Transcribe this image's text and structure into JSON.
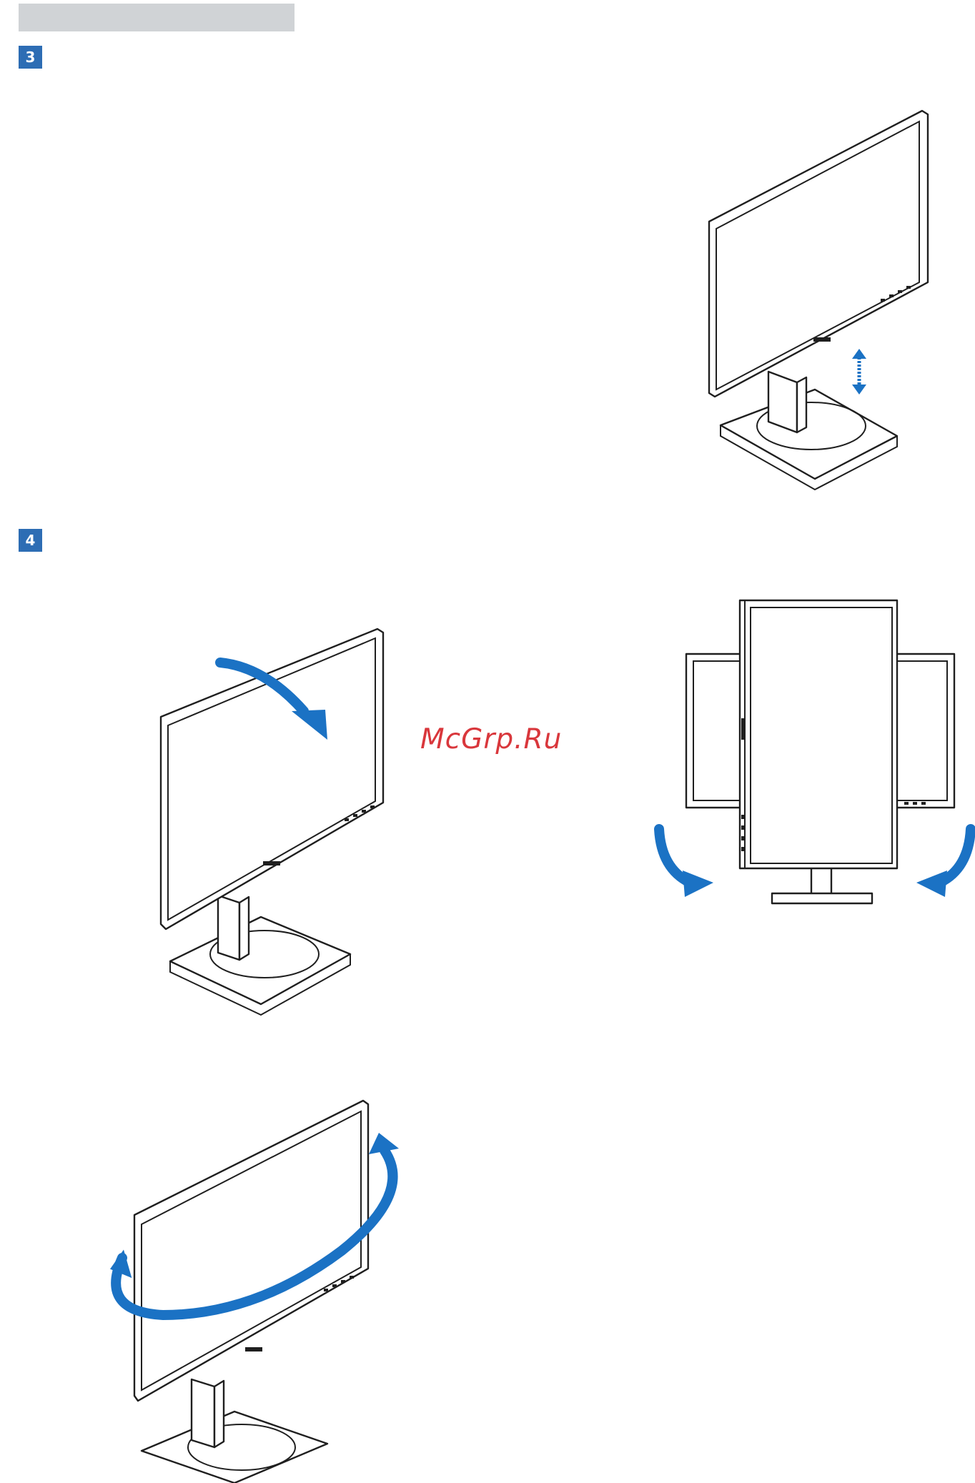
{
  "section_header": {
    "text": ""
  },
  "steps": [
    {
      "number": "3"
    },
    {
      "number": "4"
    }
  ],
  "watermark": {
    "text": "McGrp.Ru"
  },
  "colors": {
    "header_bar": "#d0d3d6",
    "badge": "#2d6db4",
    "arrow": "#1b72c4",
    "watermark": "#d9373c",
    "line": "#1f1f1f"
  },
  "icons": {
    "height_adjust": "double-arrow-vertical-icon",
    "tilt": "curved-arrow-tilt-icon",
    "pivot": "curved-arrows-pivot-icon",
    "swivel": "circular-arrow-swivel-icon"
  }
}
